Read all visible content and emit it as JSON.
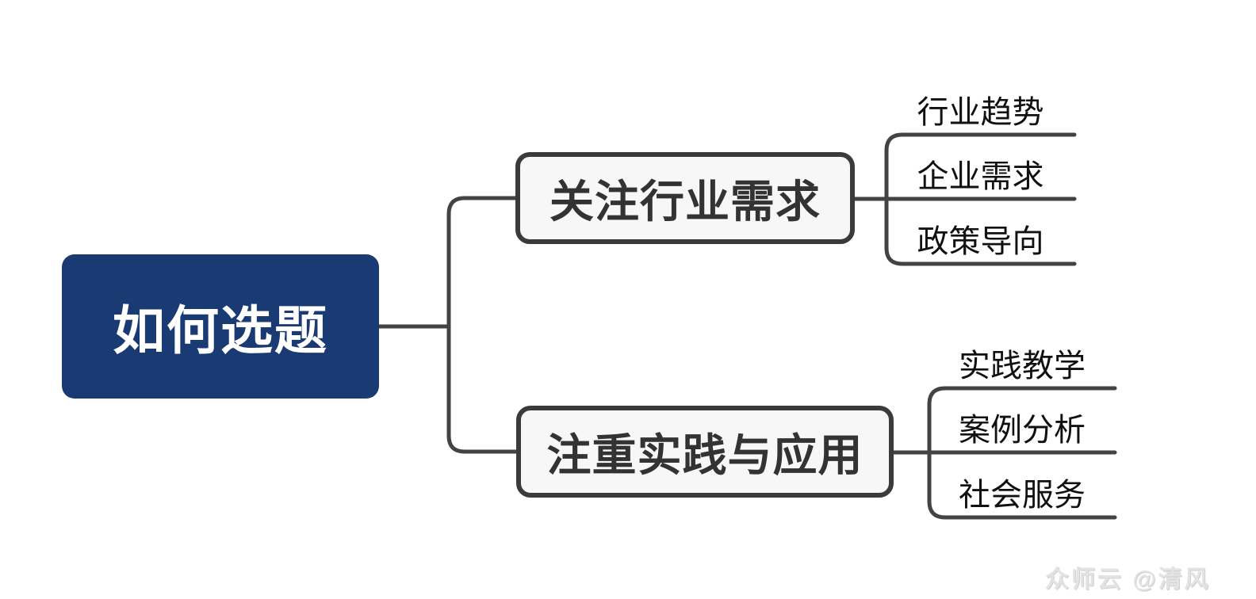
{
  "diagram": {
    "type": "mindmap",
    "direction": "left-to-right"
  },
  "root": {
    "label": "如何选题"
  },
  "branches": [
    {
      "label": "关注行业需求",
      "children": [
        "行业趋势",
        "企业需求",
        "政策导向"
      ]
    },
    {
      "label": "注重实践与应用",
      "children": [
        "实践教学",
        "案例分析",
        "社会服务"
      ]
    }
  ],
  "watermark": {
    "text": "众师云 @清风"
  },
  "colors": {
    "root_fill": "#1A3A74",
    "root_text": "#FFFFFF",
    "branch_fill": "#F7F7F7",
    "branch_border": "#3B3B3B",
    "branch_text": "#333333",
    "leaf_text": "#111111",
    "connector_line": "#434343",
    "watermark_text": "#E3E3E3",
    "background": "#FFFFFF"
  }
}
